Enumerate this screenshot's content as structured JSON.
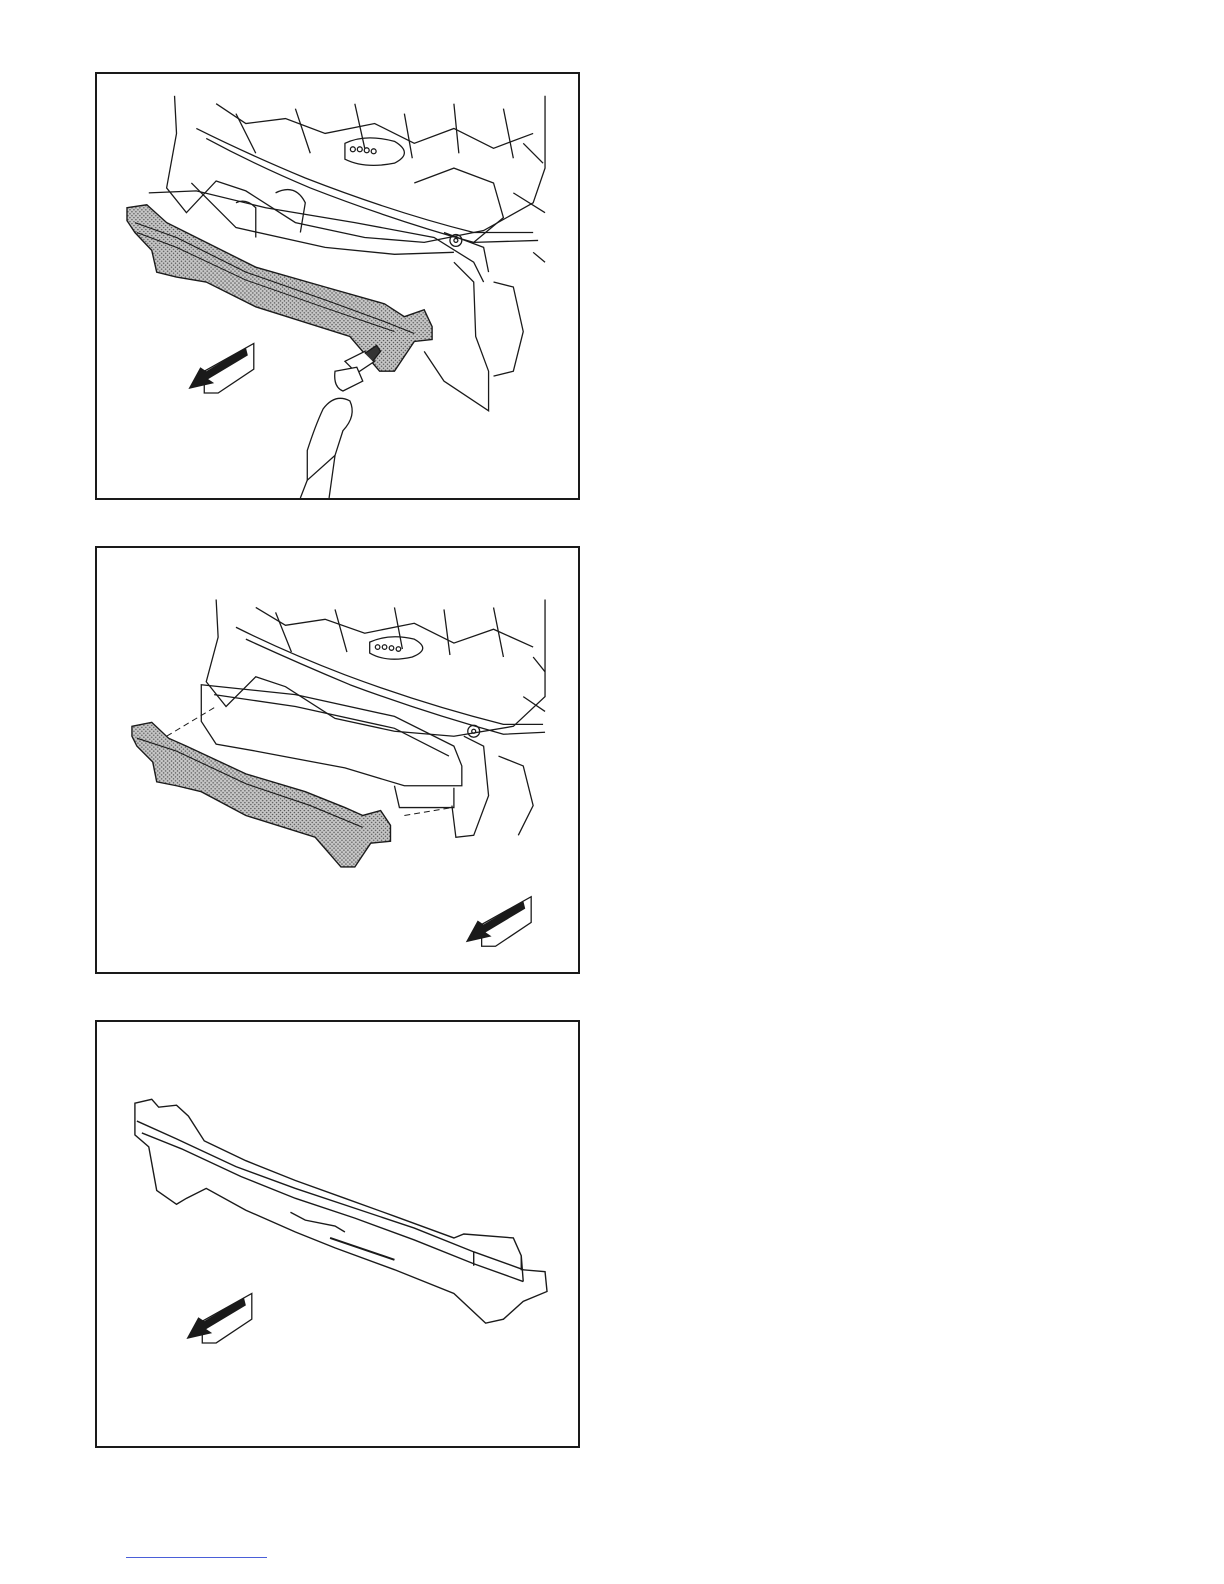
{
  "page": {
    "figures": [
      {
        "id": "fig1",
        "icons": [
          "front-direction-arrow-icon",
          "hand-applicator-icon"
        ]
      },
      {
        "id": "fig2",
        "icons": [
          "front-direction-arrow-icon"
        ]
      },
      {
        "id": "fig3",
        "icons": [
          "front-direction-arrow-icon"
        ]
      }
    ],
    "colors": {
      "line": "#1a1a1a",
      "stipple": "#9a9a9a",
      "link": "#4a5fd8"
    }
  },
  "footer": {
    "link_text": ""
  }
}
